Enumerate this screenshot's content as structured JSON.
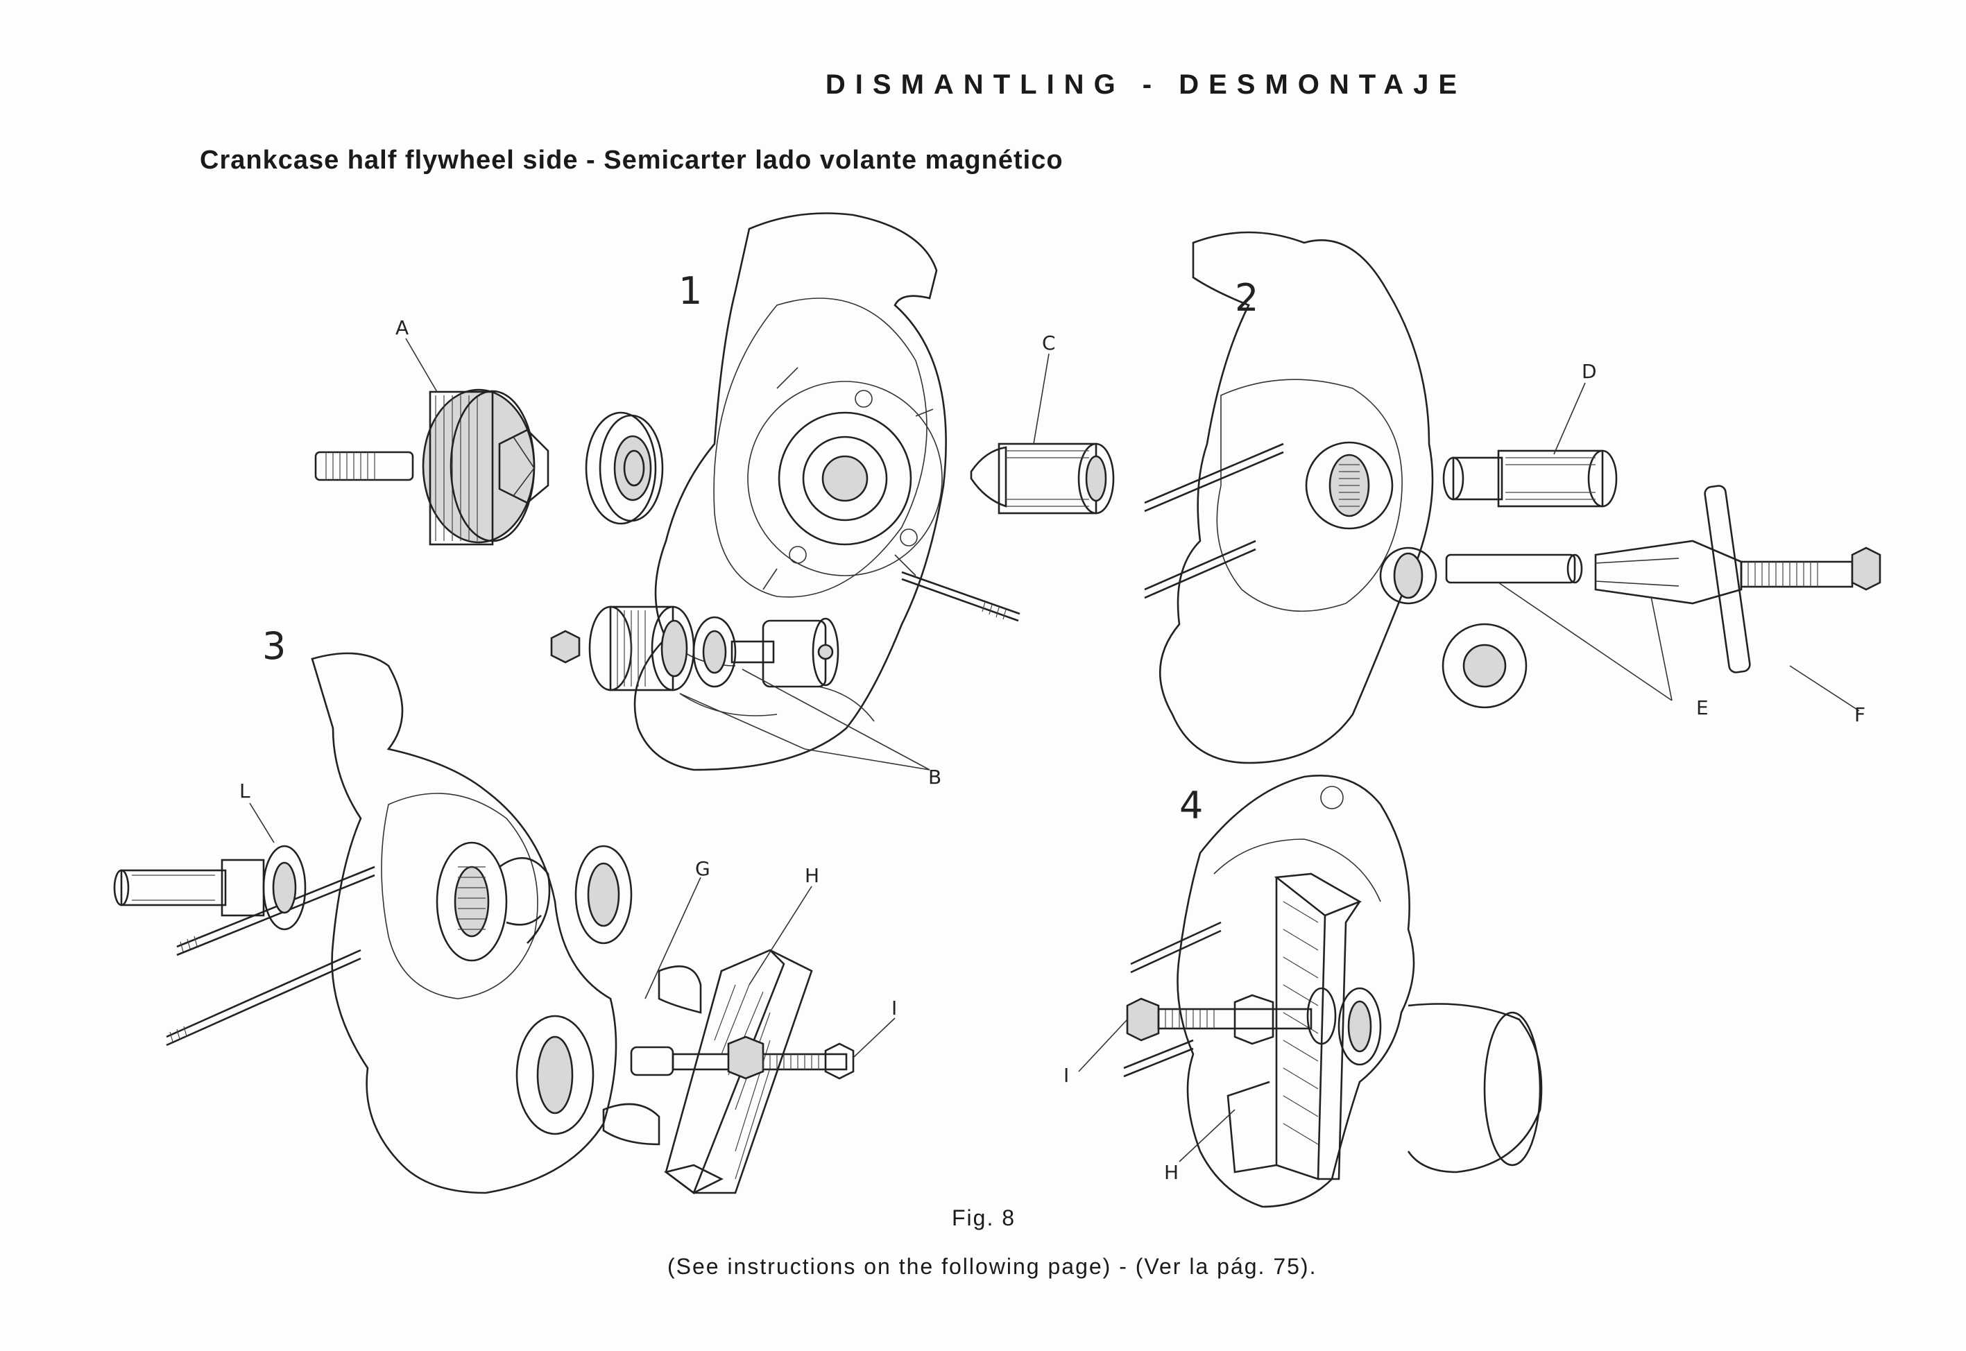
{
  "title": "DISMANTLING - DESMONTAJE",
  "subtitle": "Crankcase half flywheel side  -  Semicarter lado volante magnético",
  "figure_numbers": [
    "1",
    "2",
    "3",
    "4"
  ],
  "part_labels": {
    "A": "A",
    "B": "B",
    "C": "C",
    "D": "D",
    "E": "E",
    "F": "F",
    "G": "G",
    "H": "H",
    "I": "I",
    "L": "L",
    "H2": "H",
    "I2": "I"
  },
  "caption": "Fig. 8",
  "note": "(See instructions on the following page)   -   (Ver la pág. 75)."
}
